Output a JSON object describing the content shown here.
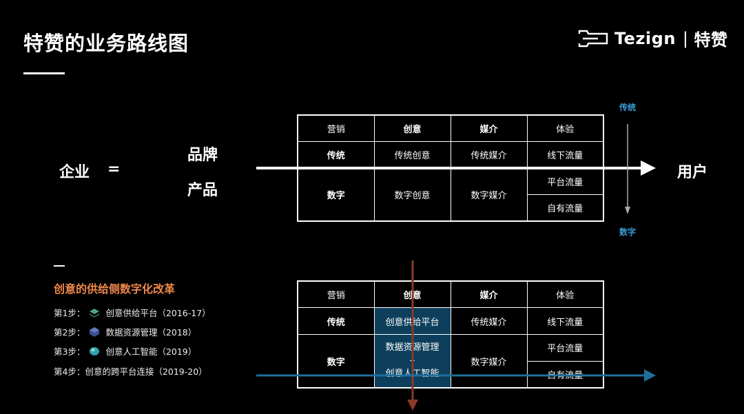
{
  "title": "特赞的业务路线图",
  "logo": {
    "brand": "Tezign",
    "divider": "|",
    "cn": "特赞"
  },
  "equation": {
    "left": "企业",
    "eq": "=",
    "mid_top": "品牌",
    "mid_bottom": "产品",
    "right": "用户"
  },
  "vertical_axis": {
    "top": "传统",
    "bottom": "数字"
  },
  "table1": {
    "headers": [
      "营销",
      "创意",
      "媒介",
      "体验"
    ],
    "row1": {
      "label": "传统",
      "c1": "传统创意",
      "c2": "传统媒介",
      "c3": "线下流量"
    },
    "row2": {
      "label": "数字",
      "c1": "数字创意",
      "c2": "数字媒介",
      "c3a": "平台流量",
      "c3b": "自有流量"
    }
  },
  "table2": {
    "headers": [
      "营销",
      "创意",
      "媒介",
      "体验"
    ],
    "row1": {
      "label": "传统",
      "c1": "创意供给平台",
      "c2": "传统媒介",
      "c3": "线下流量"
    },
    "row2": {
      "label": "数字",
      "c1_top": "数据资源管理",
      "c1_plus": "+",
      "c1_bottom": "创意人工智能",
      "c2": "数字媒介",
      "c3a": "平台流量",
      "c3b": "自有流量"
    }
  },
  "steps": {
    "title": "创意的供给侧数字化改革",
    "items": [
      {
        "prefix": "第1步：",
        "text": "创意供给平台（2016-17）",
        "icon": "layers-icon"
      },
      {
        "prefix": "第2步：",
        "text": "数据资源管理（2018）",
        "icon": "cube-icon"
      },
      {
        "prefix": "第3步：",
        "text": "创意人工智能（2019）",
        "icon": "orb-icon"
      },
      {
        "prefix": "第4步：",
        "text": "创意的跨平台连接（2019-20）",
        "icon": ""
      }
    ]
  },
  "colors": {
    "accent_blue": "#3a9ed9",
    "accent_orange": "#f0884b",
    "arrow_red": "#8a3a26",
    "arrow_blue": "#1f6f9c"
  }
}
